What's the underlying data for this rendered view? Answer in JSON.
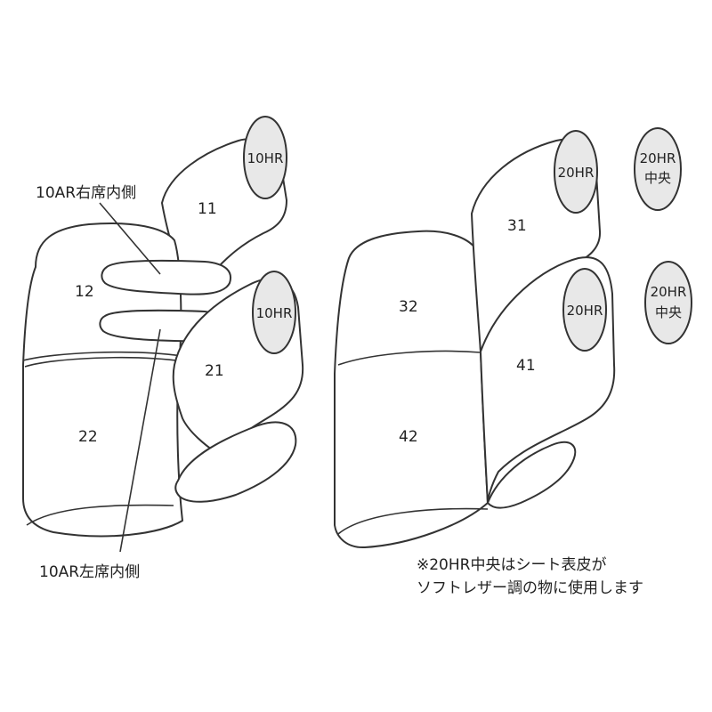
{
  "parts": {
    "p11": "11",
    "p12": "12",
    "p21": "21",
    "p22": "22",
    "p31": "31",
    "p32": "32",
    "p41": "41",
    "p42": "42"
  },
  "headrests": {
    "front_top": "10HR",
    "front_lower": "10HR",
    "rear_top": "20HR",
    "rear_lower": "20HR",
    "center_top_line1": "20HR",
    "center_top_line2": "中央",
    "center_lower_line1": "20HR",
    "center_lower_line2": "中央"
  },
  "callouts": {
    "right_inner": "10AR右席内側",
    "left_inner": "10AR左席内側"
  },
  "note": {
    "line1": "※20HR中央はシート表皮が",
    "line2": "ソフトレザー調の物に使用します"
  }
}
